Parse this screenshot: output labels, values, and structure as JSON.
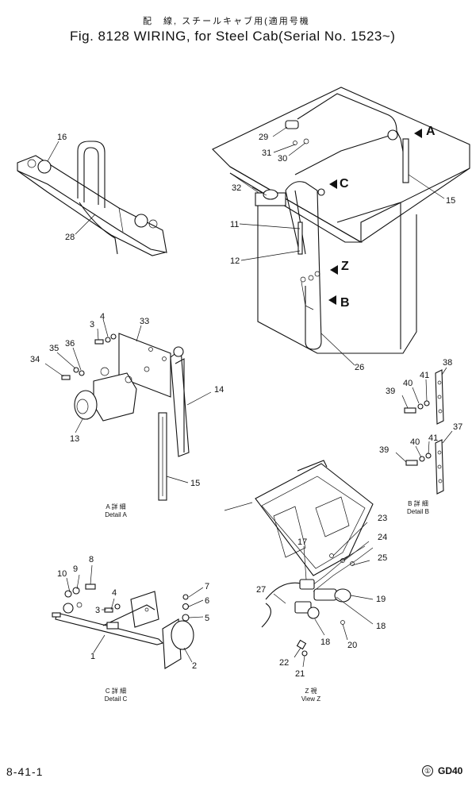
{
  "header": {
    "title_jp": "配　線, スチールキャブ用(適用号機",
    "title_en": "Fig. 8128  WIRING, for Steel Cab(Serial No. 1523~)"
  },
  "footer": {
    "page_ref": "8-41-1",
    "code_mark": "①",
    "code": "GD40"
  },
  "view_labels": {
    "a": "A",
    "b": "B",
    "c": "C",
    "z": "Z"
  },
  "captions": {
    "detail_a_jp": "A 詳 細",
    "detail_a_en": "Detail  A",
    "detail_b_jp": "B 詳 細",
    "detail_b_en": "Detail  B",
    "detail_c_jp": "C 詳 細",
    "detail_c_en": "Detail  C",
    "view_z_jp": "Z 視",
    "view_z_en": "View  Z"
  },
  "parts": {
    "p1": "1",
    "p2": "2",
    "p3": "3",
    "p3b": "3",
    "p4": "4",
    "p4b": "4",
    "p5": "5",
    "p6": "6",
    "p7": "7",
    "p8": "8",
    "p9": "9",
    "p10": "10",
    "p11": "11",
    "p12": "12",
    "p13": "13",
    "p14": "14",
    "p15": "15",
    "p15b": "15",
    "p16": "16",
    "p17": "17",
    "p18": "18",
    "p18b": "18",
    "p19": "19",
    "p20": "20",
    "p21": "21",
    "p22": "22",
    "p23": "23",
    "p24": "24",
    "p25": "25",
    "p26": "26",
    "p27": "27",
    "p28": "28",
    "p29": "29",
    "p30": "30",
    "p31": "31",
    "p32": "32",
    "p33": "33",
    "p34": "34",
    "p35": "35",
    "p36": "36",
    "p37": "37",
    "p38": "38",
    "p39": "39",
    "p39b": "39",
    "p40": "40",
    "p40b": "40",
    "p41": "41",
    "p41b": "41"
  }
}
